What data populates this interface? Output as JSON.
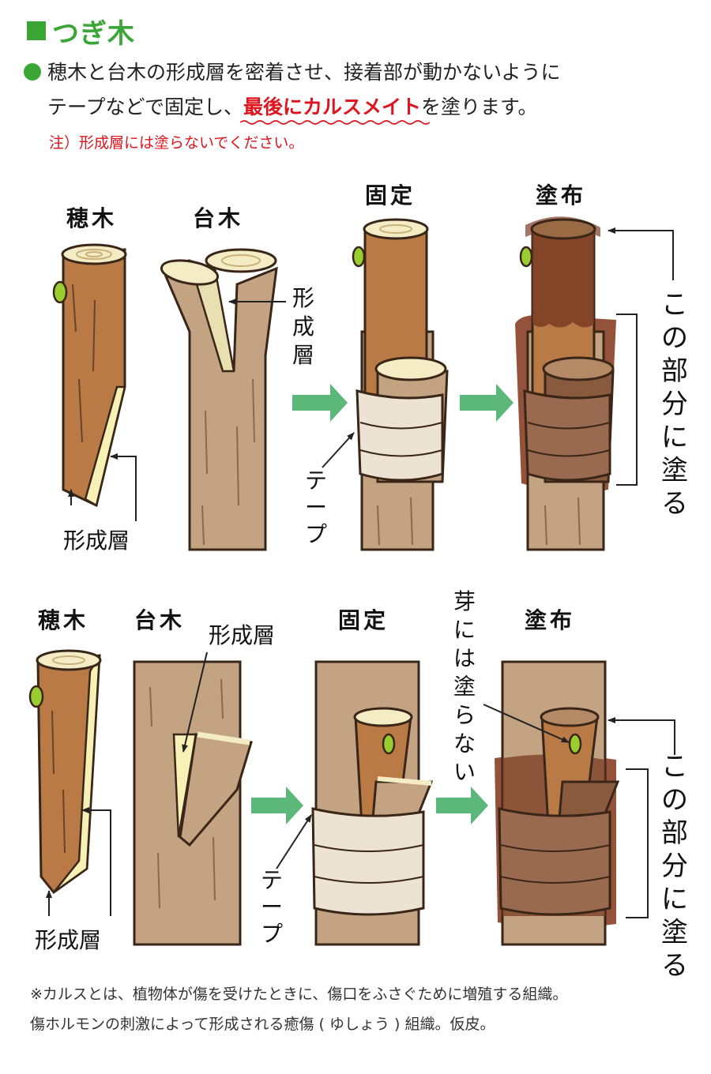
{
  "heading": "つぎ木",
  "intro": {
    "line1": "穂木と台木の形成層を密着させ、接着部が動かないように",
    "line2_before": "テープなどで固定し、",
    "line2_emph": "最後にカルスメイト",
    "line2_after": "を塗ります。",
    "note": "注）形成層には塗らないでください。"
  },
  "top": {
    "label_hogi": "穂木",
    "label_daigi": "台木",
    "label_kotei": "固定",
    "label_tofu": "塗布",
    "callout_cambium_scion": "形成層",
    "callout_cambium_stock": [
      "形",
      "成",
      "層"
    ],
    "callout_tape": [
      "テ",
      "ー",
      "プ"
    ],
    "callout_apply": [
      "こ",
      "の",
      "部",
      "分",
      "に",
      "塗",
      "る"
    ]
  },
  "bottom": {
    "label_hogi": "穂木",
    "label_daigi": "台木",
    "label_kotei": "固定",
    "label_tofu": "塗布",
    "callout_cambium_stock": "形成層",
    "callout_cambium_scion": "形成層",
    "callout_tape": [
      "テ",
      "ー",
      "プ"
    ],
    "callout_bud": [
      "芽",
      "に",
      "は",
      "塗",
      "ら",
      "な",
      "い"
    ],
    "callout_apply": [
      "こ",
      "の",
      "部",
      "分",
      "に",
      "塗",
      "る"
    ]
  },
  "footer": {
    "line1": "※カルスとは、植物体が傷を受けたときに、傷口をふさぐために増殖する組織。",
    "line2": "傷ホルモンの刺激によって形成される癒傷 ( ゆしょう ) 組織。仮皮。"
  },
  "colors": {
    "accent_green": "#3aa635",
    "emphasis_red": "#e0141e",
    "scion_bark": "#b97a45",
    "stock_bark": "#c4a383",
    "wood": "#f4ecc4",
    "cambium": "#f7f1b5",
    "tape": "#ede3d4",
    "callus_paste": "#7a3b22",
    "arrow_green": "#5cb878",
    "bud": "#9acd32"
  }
}
